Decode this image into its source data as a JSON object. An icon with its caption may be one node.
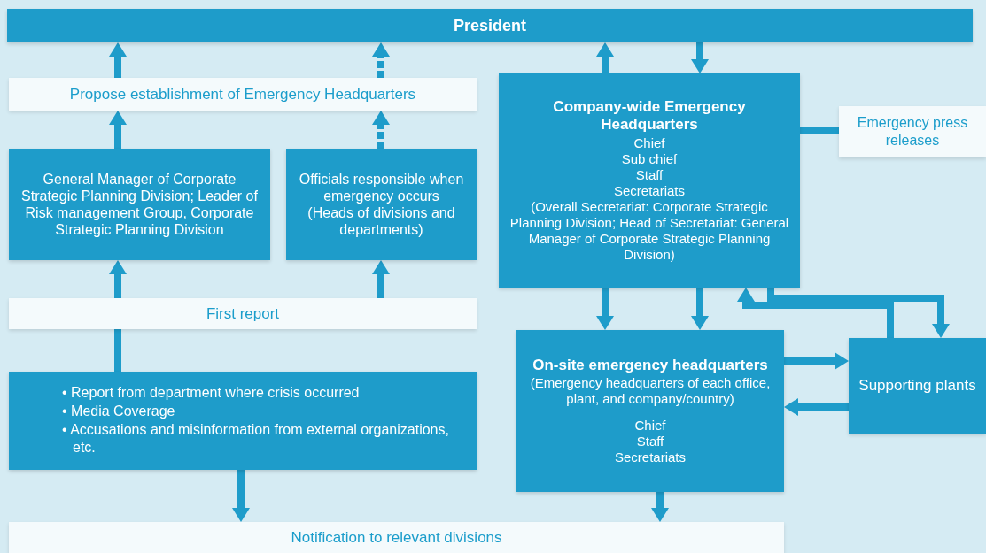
{
  "diagram": {
    "nodes": [
      {
        "text": [
          "President"
        ]
      },
      {
        "text": [
          "Propose establishment of Emergency Headquarters"
        ]
      },
      {
        "text": [
          "General Manager of Corporate Strategic Planning Division; Leader of Risk management Group, Corporate Strategic Planning Division"
        ]
      },
      {
        "text": [
          "Officials responsible when emergency occurs",
          "(Heads of divisions and departments)"
        ]
      },
      {
        "text": [
          "First report"
        ]
      },
      {
        "text": [
          "• Report from department where crisis occurred",
          "• Media Coverage",
          "• Accusations and misinformation from external organizations, etc."
        ]
      },
      {
        "text": [
          "Company-wide Emergency Headquarters",
          "Chief",
          "Sub chief",
          "Staff",
          "Secretariats",
          "(Overall Secretariat: Corporate Strategic Planning Division; Head of Secretariat: General Manager of Corporate Strategic Planning Division)"
        ]
      },
      {
        "text": [
          "Emergency press releases"
        ]
      },
      {
        "text": [
          "On-site emergency headquarters",
          "(Emergency headquarters of each office, plant, and company/country)",
          "Chief",
          "Staff",
          "Secretariats"
        ]
      },
      {
        "text": [
          "Supporting plants"
        ]
      },
      {
        "text": [
          "Notification to relevant divisions"
        ]
      }
    ],
    "edges": [
      {
        "from": 1,
        "to": 0,
        "arrow": "to"
      },
      {
        "from": 2,
        "to": 1,
        "arrow": "to"
      },
      {
        "from": 3,
        "to": 1,
        "arrow": "to",
        "style": "dashed"
      },
      {
        "from": 1,
        "to": 0,
        "arrow": "to",
        "style": "dashed"
      },
      {
        "from": 4,
        "to": 2,
        "arrow": "to"
      },
      {
        "from": 4,
        "to": 3,
        "arrow": "to"
      },
      {
        "from": 5,
        "to": 4,
        "arrow": "none"
      },
      {
        "from": 5,
        "to": 10,
        "arrow": "to"
      },
      {
        "from": 6,
        "to": 0,
        "arrow": "to"
      },
      {
        "from": 0,
        "to": 6,
        "arrow": "to"
      },
      {
        "from": 6,
        "to": 7,
        "arrow": "none"
      },
      {
        "from": 6,
        "to": 8,
        "arrow": "to"
      },
      {
        "from": 6,
        "to": 8,
        "arrow": "to"
      },
      {
        "from": 9,
        "to": 6,
        "arrow": "to"
      },
      {
        "from": 6,
        "to": 9,
        "arrow": "to"
      },
      {
        "from": 8,
        "to": 9,
        "arrow": "to"
      },
      {
        "from": 9,
        "to": 8,
        "arrow": "to"
      },
      {
        "from": 8,
        "to": 10,
        "arrow": "to"
      }
    ]
  }
}
